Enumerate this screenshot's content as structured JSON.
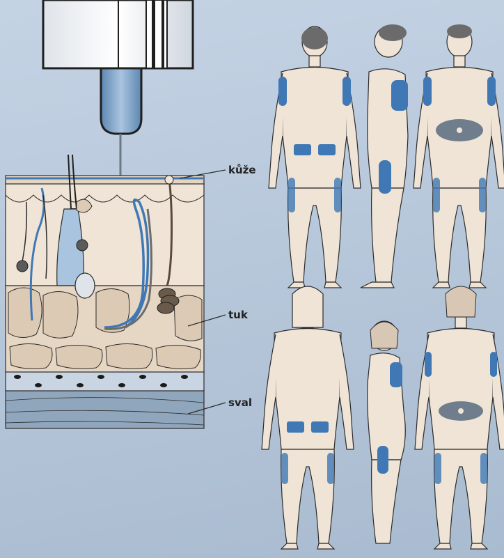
{
  "labels": {
    "skin": "kůže",
    "fat": "tuk",
    "muscle": "sval"
  },
  "colors": {
    "background": "#b9c9dc",
    "skin_tone": "#efe4d6",
    "fat_tone": "#e6d6c4",
    "muscle_tone": "#8fa6bd",
    "injection_site": "#3f78b5",
    "abdomen_site": "#6f7d8d",
    "line": "#2b2b2b"
  },
  "icons": {
    "syringe": "syringe-icon",
    "needle": "needle-icon"
  }
}
